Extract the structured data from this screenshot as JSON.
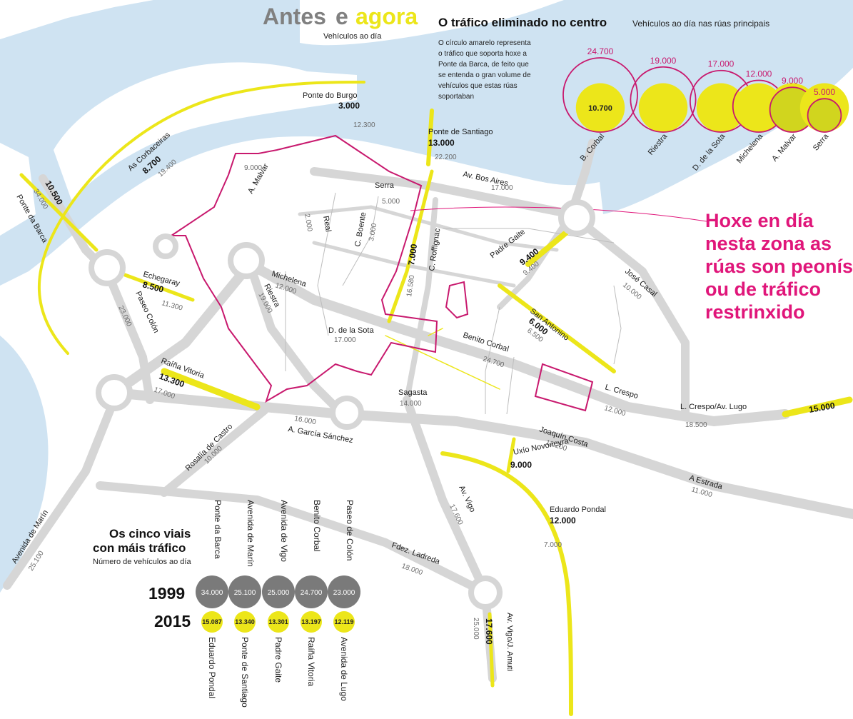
{
  "colors": {
    "yellow": "#ece61a",
    "magenta": "#c8196e",
    "road": "#d9d9d9",
    "water": "#cfe3f2",
    "dark_circle": "#7a7a7a",
    "headline_pink": "#e0167a"
  },
  "header": {
    "title_antes": "Antes",
    "title_e": "e",
    "title_agora": "agora",
    "subtitle": "Vehículos ao día"
  },
  "traffic_panel": {
    "title": "O tráfico eliminado no centro",
    "subtitle": "Vehículos ao día nas rúas principais",
    "description": [
      "O círculo amarelo representa",
      "o tráfico que soporta hoxe a",
      "Ponte da Barca, de feito que",
      "se entenda o gran volume de",
      "vehículos que estas rúas",
      "soportaban"
    ],
    "reference_value": "10.700",
    "circles": [
      {
        "street": "B. Corbal",
        "value_label": "24.700",
        "value": 24700
      },
      {
        "street": "Riestra",
        "value_label": "19.000",
        "value": 19000
      },
      {
        "street": "D. de la Sota",
        "value_label": "17.000",
        "value": 17000
      },
      {
        "street": "Michelena",
        "value_label": "12.000",
        "value": 12000
      },
      {
        "street": "A. Malvar",
        "value_label": "9.000",
        "value": 9000
      },
      {
        "street": "Serra",
        "value_label": "5.000",
        "value": 5000
      }
    ]
  },
  "callout": {
    "lines": [
      "Hoxe en día",
      "nesta zona as",
      "rúas son peonís",
      "ou de tráfico",
      "restrinxido"
    ]
  },
  "map_labels": {
    "ponte_burgo": {
      "name": "Ponte do Burgo",
      "new": "3.000",
      "old": "12.300"
    },
    "ponte_santiago": {
      "name": "Ponte de Santiago",
      "new": "13.000",
      "old": "22.200"
    },
    "as_corbaceiras": {
      "name": "As Corbaceiras",
      "new": "8.700",
      "old": "19.400"
    },
    "ponte_barca": {
      "name": "Ponte da Barca",
      "new": "10.500",
      "old": "34.000"
    },
    "av_bos_aires": {
      "name": "Av. Bos Aires",
      "old": "17.000"
    },
    "a_malvar": {
      "name": "A. Malvar",
      "old": "9.000"
    },
    "serra": {
      "name": "Serra",
      "old": "5.000"
    },
    "real": {
      "name": "Real",
      "old": "2.000"
    },
    "c_boente": {
      "name": "C. Boente",
      "old": "3.000"
    },
    "c_roffignac": {
      "name": "C. Roffignac",
      "new": "7.000",
      "old": "16.580"
    },
    "padre_gaite": {
      "name": "Padre Gaite",
      "new": "9.400",
      "old": "9.400"
    },
    "jose_casal": {
      "name": "José Casal",
      "old": "10.000"
    },
    "echegaray": {
      "name": "Echegaray",
      "new": "8.500",
      "old": "11.300"
    },
    "paseo_colon": {
      "name": "Paseo Colón",
      "old": "23.000"
    },
    "michelena": {
      "name": "Michelena",
      "old": "12.000"
    },
    "riestra": {
      "name": "Riestra",
      "old": "19.000"
    },
    "d_sota": {
      "name": "D. de la Sota",
      "old": "17.000"
    },
    "san_antonino": {
      "name": "San Antonino",
      "new": "6.000",
      "old": "6.500"
    },
    "benito_corbal": {
      "name": "Benito Corbal",
      "old": "24.700"
    },
    "raina_vitoria": {
      "name": "Raíña Vitoria",
      "new": "13.300",
      "old": "17.000"
    },
    "sagasta": {
      "name": "Sagasta",
      "old": "14.000"
    },
    "l_crespo": {
      "name": "L. Crespo",
      "old": "12.000"
    },
    "l_crespo_lugo": {
      "name": "L. Crespo/Av. Lugo",
      "new": "15.000",
      "old": "18.500"
    },
    "a_garcia": {
      "name": "A. García Sánchez",
      "old": "16.000"
    },
    "joaquin_costa": {
      "name": "Joaquín Costa",
      "old": "12.200"
    },
    "rosalia": {
      "name": "Rosalía de Castro",
      "old": "10.000"
    },
    "uxio": {
      "name": "Uxío Novoneyra",
      "new": "9.000"
    },
    "a_estrada": {
      "name": "A Estrada",
      "old": "11.000"
    },
    "av_vigo": {
      "name": "Av. Vigo",
      "old": "17.600"
    },
    "eduardo_pondal": {
      "name": "Eduardo Pondal",
      "new": "12.000",
      "old": "7.000"
    },
    "avenida_marin": {
      "name": "Avenida de Marín",
      "old": "25.100"
    },
    "fdez_ladreda": {
      "name": "Fdez. Ladreda",
      "old": "18.000"
    },
    "av_vigo_amuti": {
      "name": "Av. Vigo/J. Amuti",
      "new": "17.600",
      "old": "25.000"
    }
  },
  "top_five": {
    "title_line1": "Os cinco viais",
    "title_line2": "con máis tráfico",
    "subtitle": "Número de vehículos ao día",
    "year_1999": "1999",
    "year_2015": "2015",
    "items_1999": [
      {
        "street": "Ponte da Barca",
        "value": "34.000"
      },
      {
        "street": "Avenida de Marín",
        "value": "25.100"
      },
      {
        "street": "Avenida de Vigo",
        "value": "25.000"
      },
      {
        "street": "Benito Corbal",
        "value": "24.700"
      },
      {
        "street": "Paseo de Colón",
        "value": "23.000"
      }
    ],
    "items_2015": [
      {
        "street": "Eduardo Pondal",
        "value": "15.087"
      },
      {
        "street": "Ponte de Santiago",
        "value": "13.340"
      },
      {
        "street": "Padre Gaite",
        "value": "13.301"
      },
      {
        "street": "Raíña Vitoria",
        "value": "13.197"
      },
      {
        "street": "Avenida de Lugo",
        "value": "12.119"
      }
    ]
  }
}
